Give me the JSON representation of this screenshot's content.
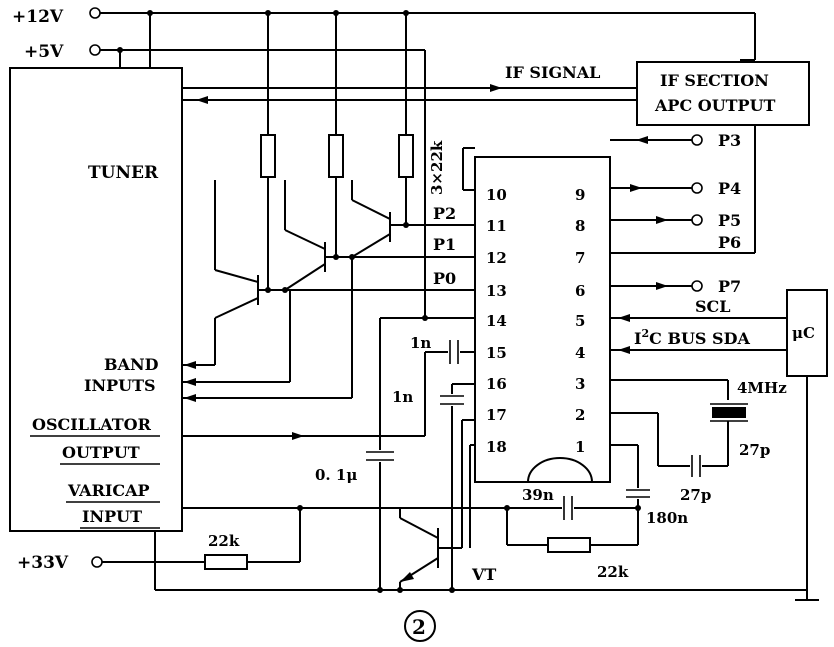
{
  "supply": {
    "v12": "+12V",
    "v5": "+5V",
    "v33": "+33V"
  },
  "tuner": {
    "title": "TUNER",
    "band_line1": "BAND",
    "band_line2": "INPUTS",
    "osc_line1": "OSCILLATOR",
    "osc_line2": "OUTPUT",
    "varicap_line1": "VARICAP",
    "varicap_line2": "INPUT"
  },
  "if_signal_label": "IF SIGNAL",
  "if_section": {
    "line1": "IF SECTION",
    "line2": "APC OUTPUT"
  },
  "resistor_array_label": "3×22k",
  "ic": {
    "left_pins": [
      "10",
      "11",
      "12",
      "13",
      "14",
      "15",
      "16",
      "17",
      "18"
    ],
    "right_pins": [
      "9",
      "8",
      "7",
      "6",
      "5",
      "4",
      "3",
      "2",
      "1"
    ]
  },
  "port_labels": {
    "p0": "P0",
    "p1": "P1",
    "p2": "P2",
    "p3": "P3",
    "p4": "P4",
    "p5": "P5",
    "p6": "P6",
    "p7": "P7"
  },
  "bus": {
    "scl": "SCL",
    "sda_prefix": "I",
    "sda_sup": "2",
    "sda_rest": "C BUS SDA"
  },
  "uc_label": "μC",
  "components": {
    "c_1n_a": "1n",
    "c_1n_b": "1n",
    "c_01u": "0. 1μ",
    "c_39n": "39n",
    "c_180n": "180n",
    "c_27p_a": "27p",
    "c_27p_b": "27p",
    "crystal": "4MHz",
    "r_22k_a": "22k",
    "r_22k_b": "22k",
    "transistor": "VT"
  },
  "figure_number": "2"
}
